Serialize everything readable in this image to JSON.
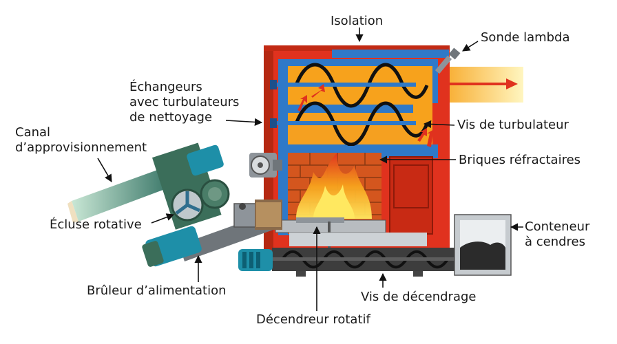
{
  "labels": {
    "isolation": "Isolation",
    "sonde_lambda": "Sonde lambda",
    "echangeurs": "Échangeurs\navec turbulateurs\nde nettoyage",
    "vis_turbulateur": "Vis de turbulateur",
    "canal": "Canal\nd’approvisionnement",
    "briques": "Briques réfractaires",
    "ecluse": "Écluse rotative",
    "conteneur": "Conteneur\nà cendres",
    "bruleur": "Brûleur d’alimentation",
    "vis_decendrage": "Vis de décendrage",
    "decendreur": "Décendreur rotatif"
  },
  "colors": {
    "shell_red": "#e0321e",
    "shell_dark": "#a8200f",
    "pipe_blue": "#2f79c8",
    "flame_orange": "#f5a020",
    "flame_yellow": "#ffe040",
    "motor_teal": "#1e8fa8",
    "green_body": "#3b6e5a",
    "grey_steel": "#8e949a"
  }
}
